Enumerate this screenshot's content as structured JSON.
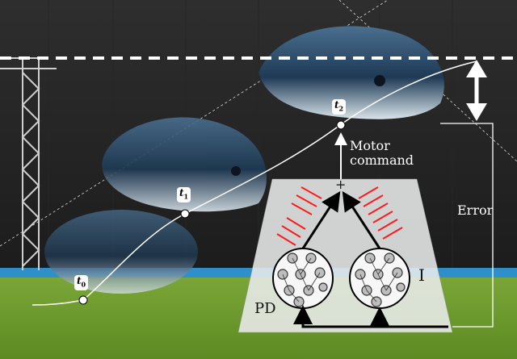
{
  "time_labels": {
    "t0": "t",
    "t0_sub": "0",
    "t1": "t",
    "t1_sub": "1",
    "t2": "t",
    "t2_sub": "2"
  },
  "motor_command": [
    "Motor",
    "command"
  ],
  "error_label": "Error",
  "controller": {
    "pd_label": "PD",
    "i_label": "I",
    "sum_symbol": "+"
  },
  "colors": {
    "arrow_white": "#ffffff",
    "feedback_black": "#000000",
    "synapse_red": "#ff1a1a",
    "node_gray": "#bdbdbd",
    "panel_fill": "#e9ecec"
  }
}
